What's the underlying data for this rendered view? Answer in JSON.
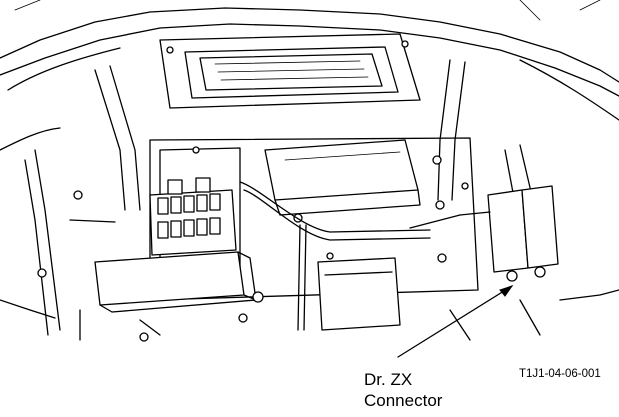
{
  "callout": {
    "line1": "Dr. ZX",
    "line2": "Connector"
  },
  "figure_id": "T1J1-04-06-001"
}
